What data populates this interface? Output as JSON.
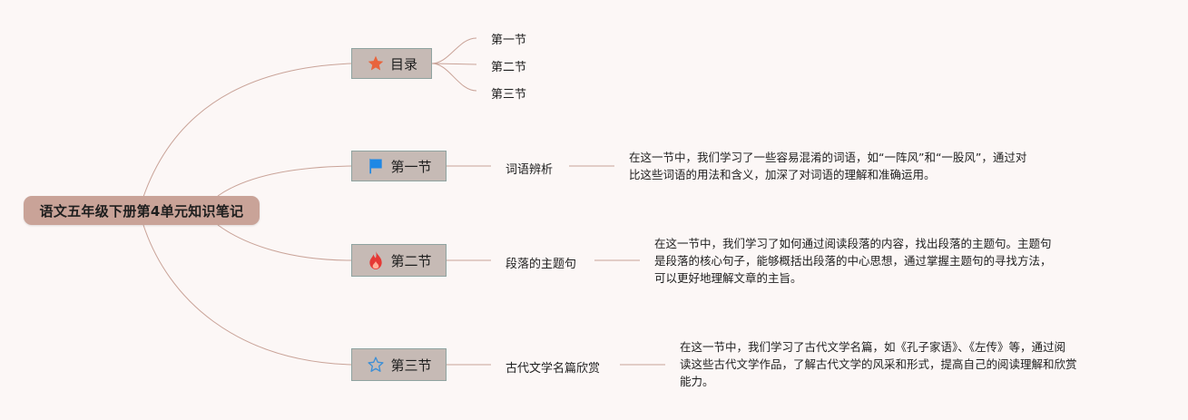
{
  "root": {
    "label": "语文五年级下册第4单元知识笔记"
  },
  "branches": [
    {
      "label": "目录",
      "icon": "star-icon",
      "icon_color": "#e8643c",
      "children": [
        "第一节",
        "第二节",
        "第三节"
      ]
    },
    {
      "label": "第一节",
      "icon": "flag-icon",
      "icon_color": "#1e88e5",
      "topic": "词语辨析",
      "detail": [
        "在这一节中，我们学习了一些容易混淆的词语，如“一阵风”和“一股风”，通过对",
        "比这些词语的用法和含义，加深了对词语的理解和准确运用。"
      ]
    },
    {
      "label": "第二节",
      "icon": "fire-icon",
      "icon_color": "#e53935",
      "topic": "段落的主题句",
      "detail": [
        "在这一节中，我们学习了如何通过阅读段落的内容，找出段落的主题句。主题句",
        "是段落的核心句子，能够概括出段落的中心思想，通过掌握主题句的寻找方法，",
        "可以更好地理解文章的主旨。"
      ]
    },
    {
      "label": "第三节",
      "icon": "star-outline-icon",
      "icon_color": "#3d8fd6",
      "topic": "古代文学名篇欣赏",
      "detail": [
        "在这一节中，我们学习了古代文学名篇，如《孔子家语》、《左传》等，通过阅",
        "读这些古代文学作品，了解古代文学的风采和形式，提高自己的阅读理解和欣赏",
        "能力。"
      ]
    }
  ],
  "colors": {
    "connector": "#c9a398",
    "root_bg": "#c9a398",
    "branch_bg": "#c6bab5",
    "branch_border": "#8fa3a0",
    "background": "#fcf7f6"
  }
}
